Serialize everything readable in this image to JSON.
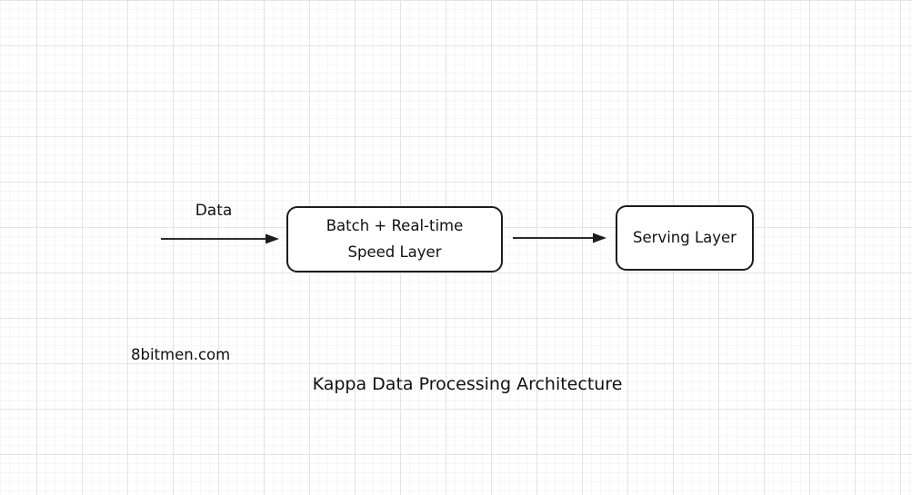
{
  "diagram": {
    "title": "Kappa Data Processing Architecture",
    "watermark": "8bitmen.com",
    "input_label": "Data",
    "nodes": [
      {
        "id": "speed-layer",
        "line1": "Batch + Real-time",
        "line2": "Speed Layer"
      },
      {
        "id": "serving-layer",
        "label": "Serving Layer"
      }
    ],
    "arrows": [
      {
        "from": "data-input",
        "to": "speed-layer"
      },
      {
        "from": "speed-layer",
        "to": "serving-layer"
      }
    ]
  },
  "colors": {
    "background": "#ffffff",
    "grid_major": "#e3e3e3",
    "grid_minor": "#f6f6f6",
    "stroke": "#2b2b2b",
    "node_border": "#1c1c1c",
    "text": "#111111"
  }
}
